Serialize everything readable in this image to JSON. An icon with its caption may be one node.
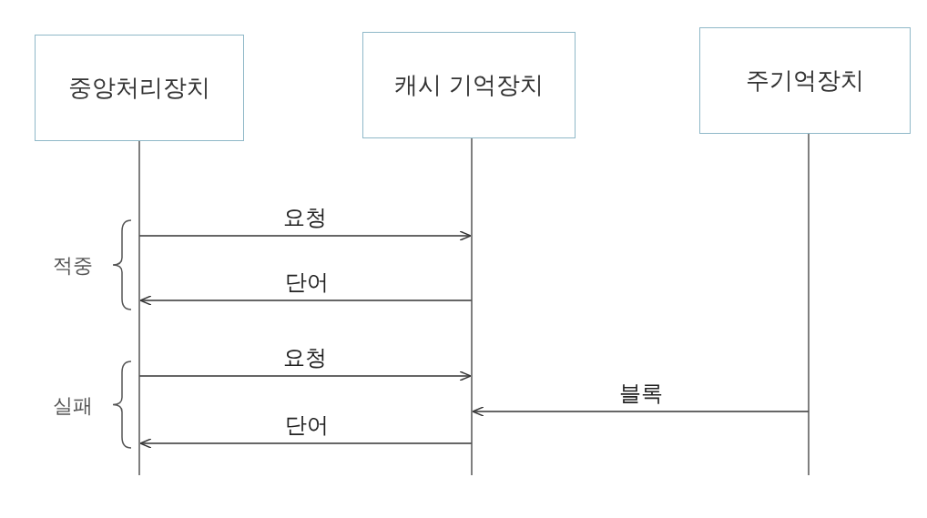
{
  "diagram": {
    "nodes": [
      {
        "text": [
          "중앙처리장치"
        ]
      },
      {
        "text": [
          "캐시 기억장치"
        ]
      },
      {
        "text": [
          "주기억장치"
        ]
      }
    ],
    "edges": [
      {
        "from": 0,
        "to": 1,
        "arrow": "to",
        "label": "요청"
      },
      {
        "from": 1,
        "to": 0,
        "arrow": "to",
        "label": "단어"
      },
      {
        "from": 0,
        "to": 1,
        "arrow": "to",
        "label": "요청"
      },
      {
        "from": 2,
        "to": 1,
        "arrow": "to",
        "label": "블록"
      },
      {
        "from": 1,
        "to": 0,
        "arrow": "to",
        "label": "단어"
      }
    ],
    "labels": [
      "적중",
      "실패"
    ]
  }
}
